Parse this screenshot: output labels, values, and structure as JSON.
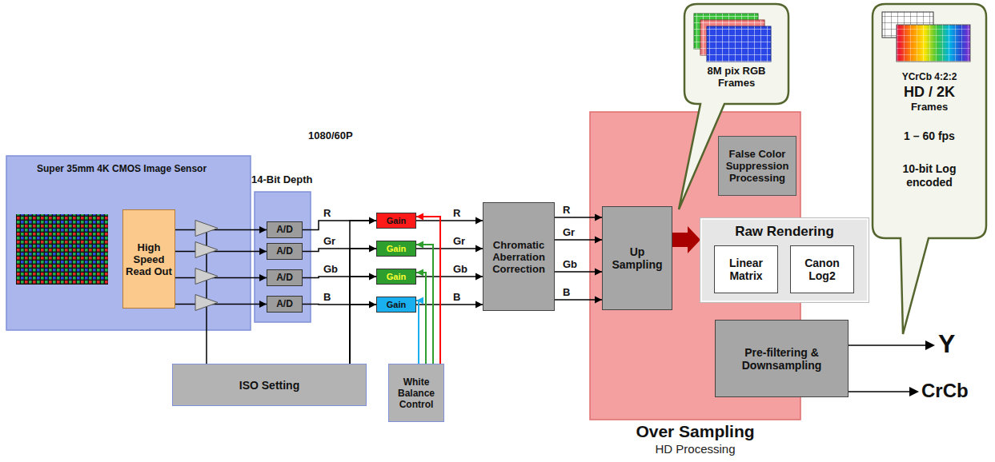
{
  "diagram": {
    "nodes": [
      {
        "text": [
          "Super 35mm 4K CMOS Image Sensor"
        ]
      },
      {
        "text": [
          "High Speed Read Out"
        ],
        "in": 0
      },
      {
        "text": [
          "14-Bit Depth"
        ]
      },
      {
        "text": [
          "A/D"
        ],
        "in": 2
      },
      {
        "text": [
          "A/D"
        ],
        "in": 2
      },
      {
        "text": [
          "A/D"
        ],
        "in": 2
      },
      {
        "text": [
          "A/D"
        ],
        "in": 2
      },
      {
        "text": [
          "ISO Setting"
        ]
      },
      {
        "text": [
          "Gain"
        ]
      },
      {
        "text": [
          "Gain"
        ]
      },
      {
        "text": [
          "Gain"
        ]
      },
      {
        "text": [
          "Gain"
        ]
      },
      {
        "text": [
          "White Balance Control"
        ]
      },
      {
        "text": [
          "Chromatic Aberration Correction"
        ]
      },
      {
        "text": [
          "Over Sampling",
          "HD Processing"
        ]
      },
      {
        "text": [
          "False Color Suppression Processing"
        ],
        "in": 14
      },
      {
        "text": [
          "Up Sampling"
        ],
        "in": 14
      },
      {
        "text": [
          "Raw Rendering"
        ],
        "in": 14
      },
      {
        "text": [
          "Linear Matrix"
        ],
        "in": 17
      },
      {
        "text": [
          "Canon Log2"
        ],
        "in": 17
      },
      {
        "text": [
          "Pre-filtering & Downsampling"
        ],
        "in": 14
      },
      {
        "text": [
          "8M pix RGB Frames"
        ]
      },
      {
        "text": [
          "YCrCb 4:2:2",
          "HD / 2K",
          "Frames",
          "1 – 60 fps",
          "10-bit Log encoded"
        ]
      }
    ],
    "edges": [
      {
        "from": 1,
        "to": 3,
        "arrow": "to"
      },
      {
        "from": 1,
        "to": 4,
        "arrow": "to"
      },
      {
        "from": 1,
        "to": 5,
        "arrow": "to"
      },
      {
        "from": 1,
        "to": 6,
        "arrow": "to"
      },
      {
        "from": 3,
        "to": 8,
        "arrow": "to",
        "label": "R"
      },
      {
        "from": 4,
        "to": 9,
        "arrow": "to",
        "label": "Gr"
      },
      {
        "from": 5,
        "to": 10,
        "arrow": "to",
        "label": "Gb"
      },
      {
        "from": 6,
        "to": 11,
        "arrow": "to",
        "label": "B"
      },
      {
        "from": 8,
        "to": 13,
        "arrow": "to",
        "label": "R"
      },
      {
        "from": 9,
        "to": 13,
        "arrow": "to",
        "label": "Gr"
      },
      {
        "from": 10,
        "to": 13,
        "arrow": "to",
        "label": "Gb"
      },
      {
        "from": 11,
        "to": 13,
        "arrow": "to",
        "label": "B"
      },
      {
        "from": 13,
        "to": 16,
        "arrow": "to",
        "label": "R"
      },
      {
        "from": 13,
        "to": 16,
        "arrow": "to",
        "label": "Gr"
      },
      {
        "from": 13,
        "to": 16,
        "arrow": "to",
        "label": "Gb"
      },
      {
        "from": 13,
        "to": 16,
        "arrow": "to",
        "label": "B"
      },
      {
        "from": 16,
        "to": 17,
        "arrow": "to"
      },
      {
        "from": 12,
        "to": 8,
        "arrow": "to"
      },
      {
        "from": 12,
        "to": 9,
        "arrow": "to"
      },
      {
        "from": 12,
        "to": 10,
        "arrow": "to"
      },
      {
        "from": 12,
        "to": 11,
        "arrow": "to"
      },
      {
        "from": 7,
        "to": 8,
        "arrow": "none"
      },
      {
        "from": 7,
        "to": 9,
        "arrow": "none"
      },
      {
        "from": 7,
        "to": 10,
        "arrow": "none"
      },
      {
        "from": 7,
        "to": 11,
        "arrow": "none"
      }
    ],
    "labels": [
      "1080/60P",
      "Y",
      "CrCb"
    ]
  }
}
